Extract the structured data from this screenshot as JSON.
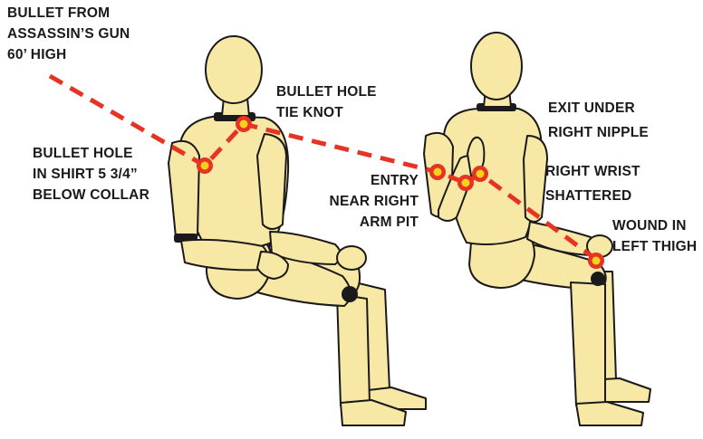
{
  "labels": {
    "bullet_from": [
      "BULLET FROM",
      "ASSASSIN’S GUN",
      "60’ HIGH"
    ],
    "tie_knot": [
      "BULLET HOLE",
      "TIE KNOT"
    ],
    "shirt_hole": [
      "BULLET HOLE",
      "IN SHIRT 5 3/4”",
      "BELOW COLLAR"
    ],
    "entry": [
      "ENTRY",
      "NEAR  RIGHT",
      "ARM PIT"
    ],
    "exit": [
      "EXIT  UNDER",
      "RIGHT  NIPPLE"
    ],
    "wrist": [
      "RIGHT WRIST",
      "SHATTERED"
    ],
    "thigh": [
      "WOUND IN",
      "LEFT THIGH"
    ]
  },
  "colors": {
    "figure_fill": "#f7e8a6",
    "figure_outline": "#1a1a1a",
    "trajectory": "#e63323",
    "wound_center": "#f6d21b",
    "text": "#1a1a1a"
  },
  "figures": [
    "seated-mannequin-rear",
    "seated-mannequin-front"
  ],
  "wound_markers": [
    "shirt-hole",
    "tie-knot",
    "armpit-entry",
    "nipple-exit",
    "wrist-hit",
    "thigh-wound"
  ]
}
